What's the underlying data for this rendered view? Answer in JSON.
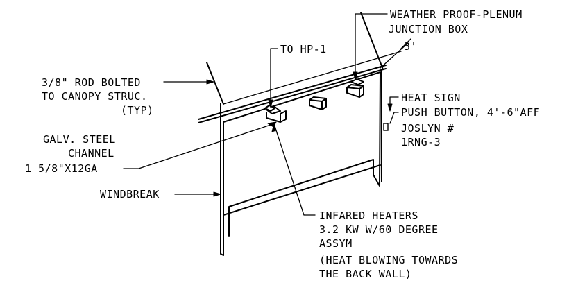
{
  "labels": {
    "junction_box": [
      "WEATHER PROOF-PLENUM",
      "JUNCTION BOX"
    ],
    "dimension": "3'",
    "to_hp": "TO HP-1",
    "rod": [
      "3/8\" ROD BOLTED",
      "TO CANOPY STRUC.",
      "(TYP)"
    ],
    "heat_sign": "HEAT SIGN",
    "push_button": [
      "PUSH BUTTON, 4'-6\"AFF",
      "JOSLYN #",
      "1RNG-3"
    ],
    "channel": [
      "GALV. STEEL",
      "CHANNEL",
      "1 5/8\"X12GA"
    ],
    "windbreak": "WINDBREAK",
    "heaters": [
      "INFARED HEATERS",
      "3.2 KW W/60 DEGREE",
      "ASSYM",
      "(HEAT BLOWING TOWARDS",
      "THE BACK WALL)"
    ]
  }
}
